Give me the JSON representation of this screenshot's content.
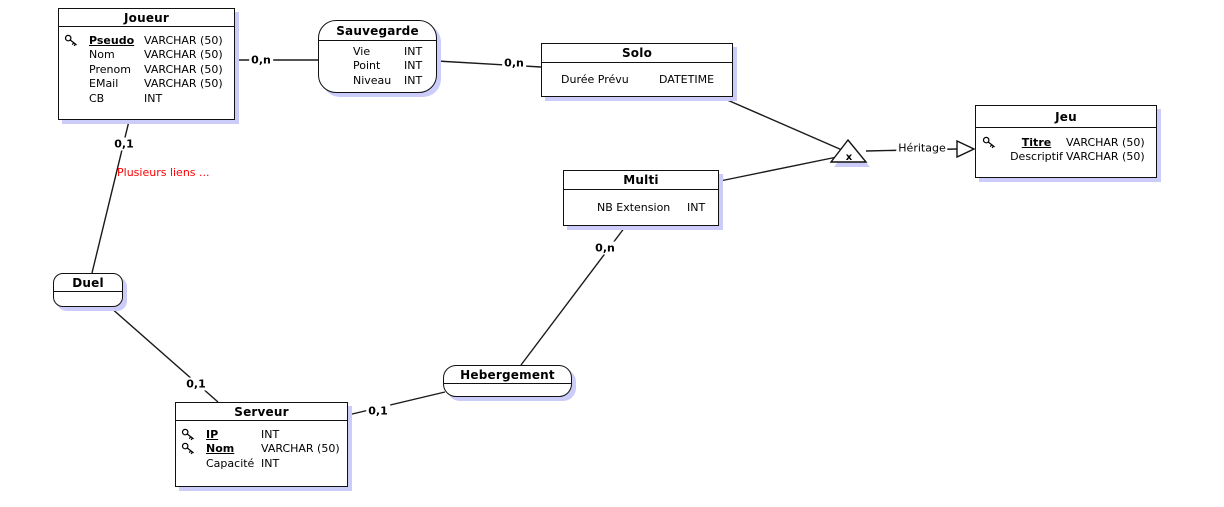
{
  "entities": {
    "joueur": {
      "title": "Joueur",
      "fields": [
        {
          "icon": "key",
          "name": "Pseudo",
          "type": "VARCHAR (50)"
        },
        {
          "name": "Nom",
          "type": "VARCHAR (50)"
        },
        {
          "name": "Prenom",
          "type": "VARCHAR (50)"
        },
        {
          "name": "EMail",
          "type": "VARCHAR (50)"
        },
        {
          "name": "CB",
          "type": "INT"
        }
      ]
    },
    "sauvegarde": {
      "title": "Sauvegarde",
      "fields": [
        {
          "name": "Vie",
          "type": "INT"
        },
        {
          "name": "Point",
          "type": "INT"
        },
        {
          "name": "Niveau",
          "type": "INT"
        }
      ]
    },
    "solo": {
      "title": "Solo",
      "fields": [
        {
          "name": "Durée Prévu",
          "type": "DATETIME"
        }
      ]
    },
    "multi": {
      "title": "Multi",
      "fields": [
        {
          "name": "NB Extension",
          "type": "INT"
        }
      ]
    },
    "jeu": {
      "title": "Jeu",
      "fields": [
        {
          "icon": "key",
          "name": "Titre",
          "type": "VARCHAR (50)"
        },
        {
          "name": "Descriptif",
          "type": "VARCHAR (50)"
        }
      ]
    },
    "duel": {
      "title": "Duel"
    },
    "serveur": {
      "title": "Serveur",
      "fields": [
        {
          "icon": "key",
          "name": "IP",
          "type": "INT"
        },
        {
          "icon": "key",
          "name": "Nom",
          "type": "VARCHAR (50)"
        },
        {
          "name": "Capacité",
          "type": "INT"
        }
      ]
    },
    "hebergement": {
      "title": "Hebergement"
    }
  },
  "links": {
    "joueur_sauvegarde": {
      "cardinality": "0,n"
    },
    "sauvegarde_solo": {
      "cardinality": "0,n"
    },
    "joueur_duel": {
      "cardinality": "0,1"
    },
    "duel_serveur": {
      "cardinality": "0,1"
    },
    "serveur_hebergement": {
      "cardinality": "0,1"
    },
    "multi_hebergement": {
      "cardinality": "0,n"
    }
  },
  "heritage": {
    "label": "Héritage",
    "symbol": "x"
  },
  "note": {
    "text": "Plusieurs liens ...",
    "color": "#ff0000"
  },
  "colors": {
    "shadow": "#ccccfa",
    "line": "#1a1a1a",
    "border": "#111111"
  }
}
